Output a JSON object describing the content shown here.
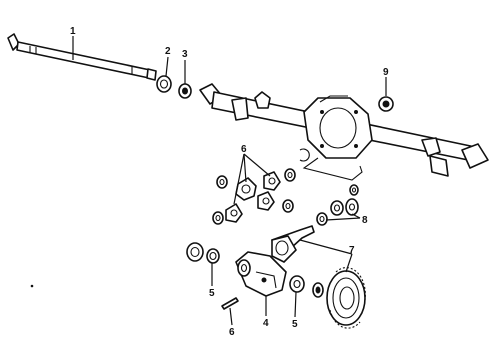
{
  "callouts": {
    "c1": "1",
    "c2": "2",
    "c3": "3",
    "c4": "4",
    "c5a": "5",
    "c5b": "5",
    "c6a": "6",
    "c6b": "6",
    "c7": "7",
    "c8": "8",
    "c9": "9"
  }
}
